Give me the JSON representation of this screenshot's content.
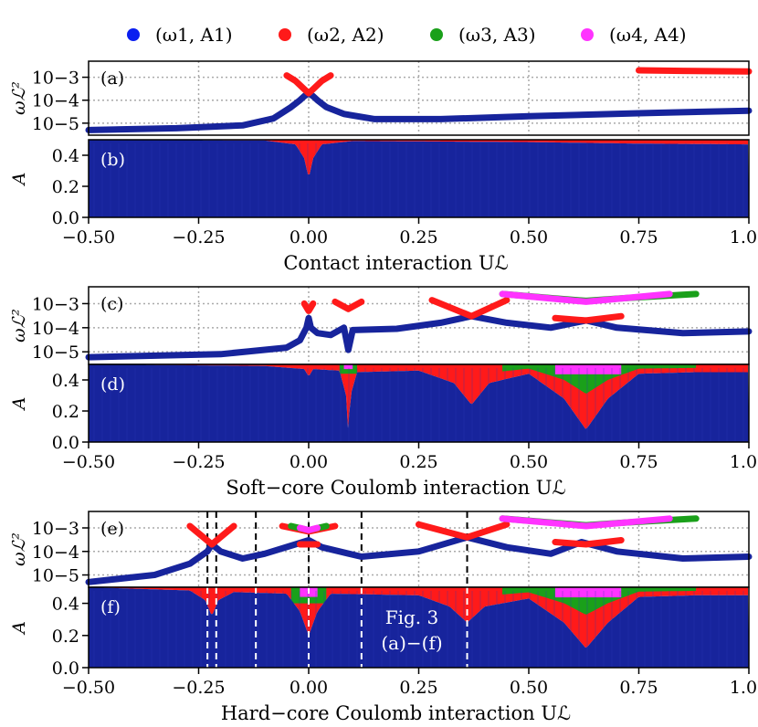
{
  "legend": [
    {
      "label": "(ω1, A1)",
      "color": "#0a1ef0"
    },
    {
      "label": "(ω2, A2)",
      "color": "#ff1a1a"
    },
    {
      "label": "(ω3, A3)",
      "color": "#1aa01a"
    },
    {
      "label": "(ω4, A4)",
      "color": "#ff33ff"
    }
  ],
  "colors": {
    "band1": "#17249c",
    "band2": "#ff1a1a",
    "band3": "#1aa01a",
    "band4": "#ff33ff",
    "freq1": "#17249c",
    "freq2": "#ff1a1a"
  },
  "annotation": {
    "line1": "Fig. 3",
    "line2": "(a)−(f)"
  },
  "ylabel_omega": "ωℒ²",
  "ylabel_A": "A",
  "chart_data": [
    {
      "type": "line",
      "panel": "(a)",
      "ylabel": "ωℒ²",
      "yscale": "log",
      "ylim": [
        3e-06,
        0.005
      ],
      "yticks": [
        "10−3",
        "10−4",
        "10−5"
      ],
      "xlim": [
        -0.5,
        1.0
      ],
      "grid": true,
      "series": [
        {
          "name": "ω1",
          "x": [
            -0.5,
            -0.3,
            -0.15,
            -0.08,
            -0.04,
            -0.02,
            -0.01,
            0.0,
            0.01,
            0.02,
            0.04,
            0.08,
            0.15,
            0.3,
            0.5,
            0.75,
            1.0
          ],
          "y": [
            5e-06,
            6e-06,
            8e-06,
            1.6e-05,
            5e-05,
            0.0001,
            0.00015,
            0.0002,
            0.00015,
            0.0001,
            5e-05,
            2.5e-05,
            1.5e-05,
            1.5e-05,
            2e-05,
            2.7e-05,
            3.5e-05
          ]
        },
        {
          "name": "ω2",
          "x": [
            -0.05,
            -0.03,
            -0.01,
            0.0,
            0.01,
            0.03,
            0.05
          ],
          "y": [
            0.0012,
            0.0007,
            0.0003,
            0.0002,
            0.0003,
            0.0007,
            0.0012
          ]
        },
        {
          "name": "ω2",
          "x": [
            0.75,
            0.85,
            1.0
          ],
          "y": [
            0.002,
            0.0019,
            0.0018
          ]
        }
      ]
    },
    {
      "type": "area",
      "panel": "(b)",
      "ylabel": "A",
      "ylim": [
        0,
        0.5
      ],
      "yticks": [
        "0.0",
        "0.2",
        "0.4"
      ],
      "xlim": [
        -0.5,
        1.0
      ],
      "xticks": [
        "−0.50",
        "−0.25",
        "0.00",
        "0.25",
        "0.50",
        "0.75",
        "1.00"
      ],
      "xlabel": "Contact interaction Uℒ",
      "series": [
        {
          "name": "A1",
          "x": [
            -0.5,
            -0.1,
            -0.03,
            -0.01,
            0.0,
            0.01,
            0.03,
            0.1,
            0.5,
            0.75,
            1.0
          ],
          "y": [
            0.5,
            0.495,
            0.47,
            0.38,
            0.25,
            0.38,
            0.47,
            0.492,
            0.485,
            0.475,
            0.47
          ]
        }
      ]
    },
    {
      "type": "line",
      "panel": "(c)",
      "ylabel": "ωℒ²",
      "yscale": "log",
      "ylim": [
        3e-06,
        0.005
      ],
      "yticks": [
        "10−3",
        "10−4",
        "10−5"
      ],
      "xlim": [
        -0.5,
        1.0
      ],
      "grid": true,
      "series": [
        {
          "name": "ω1",
          "x": [
            -0.5,
            -0.2,
            -0.05,
            -0.02,
            -0.005,
            0.0,
            0.005,
            0.02,
            0.05,
            0.08,
            0.09,
            0.1,
            0.2,
            0.3,
            0.37,
            0.45,
            0.55,
            0.63,
            0.7,
            0.85,
            1.0
          ],
          "y": [
            6e-06,
            8e-06,
            1.5e-05,
            3e-05,
            0.0001,
            0.00025,
            0.0001,
            6e-05,
            5e-05,
            0.0001,
            1.2e-05,
            8e-05,
            9e-05,
            0.00016,
            0.0003,
            0.00016,
            0.0001,
            0.0002,
            0.0001,
            6e-05,
            7e-05
          ]
        },
        {
          "name": "ω2",
          "x": [
            -0.01,
            0.0,
            0.01
          ],
          "y": [
            0.001,
            0.0005,
            0.001
          ]
        },
        {
          "name": "ω2",
          "x": [
            0.06,
            0.09,
            0.12
          ],
          "y": [
            0.0012,
            0.0006,
            0.0012
          ]
        },
        {
          "name": "ω2",
          "x": [
            0.28,
            0.37,
            0.45
          ],
          "y": [
            0.0014,
            0.0003,
            0.0014
          ]
        },
        {
          "name": "ω2",
          "x": [
            0.56,
            0.63,
            0.71
          ],
          "y": [
            0.00025,
            0.0002,
            0.0003
          ]
        },
        {
          "name": "ω3",
          "x": [
            0.44,
            0.55,
            0.63,
            0.72,
            0.88
          ],
          "y": [
            0.0025,
            0.0017,
            0.0013,
            0.0017,
            0.0025
          ]
        },
        {
          "name": "ω4",
          "x": [
            0.44,
            0.63,
            0.82
          ],
          "y": [
            0.0025,
            0.0012,
            0.0025
          ]
        }
      ]
    },
    {
      "type": "area",
      "panel": "(d)",
      "ylabel": "A",
      "ylim": [
        0,
        0.5
      ],
      "yticks": [
        "0.0",
        "0.2",
        "0.4"
      ],
      "xlim": [
        -0.5,
        1.0
      ],
      "xticks": [
        "−0.50",
        "−0.25",
        "0.00",
        "0.25",
        "0.50",
        "0.75",
        "1.00"
      ],
      "xlabel": "Soft−core Coulomb interaction Uℒ",
      "series": [
        {
          "name": "A1",
          "x": [
            -0.5,
            -0.1,
            -0.01,
            0.0,
            0.01,
            0.07,
            0.085,
            0.09,
            0.095,
            0.11,
            0.25,
            0.33,
            0.37,
            0.41,
            0.5,
            0.58,
            0.63,
            0.68,
            0.75,
            0.88,
            1.0
          ],
          "y": [
            0.5,
            0.49,
            0.47,
            0.42,
            0.47,
            0.46,
            0.3,
            0.05,
            0.3,
            0.45,
            0.46,
            0.38,
            0.24,
            0.38,
            0.44,
            0.28,
            0.08,
            0.28,
            0.44,
            0.45,
            0.45
          ]
        }
      ]
    },
    {
      "type": "line",
      "panel": "(e)",
      "ylabel": "ωℒ²",
      "yscale": "log",
      "ylim": [
        3e-06,
        0.005
      ],
      "yticks": [
        "10−3",
        "10−4",
        "10−5"
      ],
      "xlim": [
        -0.5,
        1.0
      ],
      "grid": true,
      "dashed_vlines": [
        -0.23,
        -0.21,
        -0.12,
        0.0,
        0.12,
        0.36
      ],
      "series": [
        {
          "name": "ω1",
          "x": [
            -0.5,
            -0.35,
            -0.27,
            -0.23,
            -0.22,
            -0.2,
            -0.15,
            -0.1,
            -0.03,
            0.0,
            0.03,
            0.12,
            0.25,
            0.36,
            0.45,
            0.55,
            0.62,
            0.7,
            0.85,
            1.0
          ],
          "y": [
            5e-06,
            1e-05,
            3e-05,
            0.0001,
            0.0002,
            0.0001,
            5e-05,
            8e-05,
            0.0002,
            0.0003,
            0.00015,
            6e-05,
            0.0001,
            0.0004,
            0.00015,
            8e-05,
            0.00025,
            0.0001,
            5e-05,
            6e-05
          ]
        },
        {
          "name": "ω2",
          "x": [
            -0.27,
            -0.22,
            -0.17
          ],
          "y": [
            0.0012,
            0.0002,
            0.0012
          ]
        },
        {
          "name": "ω2",
          "x": [
            -0.06,
            0.0,
            0.06
          ],
          "y": [
            0.0012,
            0.0007,
            0.0012
          ]
        },
        {
          "name": "ω2",
          "x": [
            -0.02,
            0.02
          ],
          "y": [
            0.0002,
            0.0002
          ]
        },
        {
          "name": "ω2",
          "x": [
            0.25,
            0.36,
            0.45
          ],
          "y": [
            0.0014,
            0.0004,
            0.0014
          ]
        },
        {
          "name": "ω2",
          "x": [
            0.56,
            0.63,
            0.71
          ],
          "y": [
            0.00025,
            0.0002,
            0.0003
          ]
        },
        {
          "name": "ω3",
          "x": [
            -0.04,
            0.0,
            0.04
          ],
          "y": [
            0.0012,
            0.0008,
            0.0012
          ]
        },
        {
          "name": "ω3",
          "x": [
            0.44,
            0.55,
            0.63,
            0.72,
            0.88
          ],
          "y": [
            0.0025,
            0.0017,
            0.0013,
            0.0017,
            0.0025
          ]
        },
        {
          "name": "ω4",
          "x": [
            -0.02,
            0.0,
            0.02
          ],
          "y": [
            0.001,
            0.0008,
            0.001
          ]
        },
        {
          "name": "ω4",
          "x": [
            0.44,
            0.63,
            0.82
          ],
          "y": [
            0.0025,
            0.0012,
            0.0025
          ]
        }
      ]
    },
    {
      "type": "area",
      "panel": "(f)",
      "ylabel": "A",
      "ylim": [
        0,
        0.5
      ],
      "yticks": [
        "0.0",
        "0.2",
        "0.4"
      ],
      "xlim": [
        -0.5,
        1.0
      ],
      "xticks": [
        "−0.50",
        "−0.25",
        "0.00",
        "0.25",
        "0.50",
        "0.75",
        "1.00"
      ],
      "xlabel": "Hard−core Coulomb interaction Uℒ",
      "series": [
        {
          "name": "A1",
          "x": [
            -0.5,
            -0.27,
            -0.235,
            -0.22,
            -0.205,
            -0.17,
            -0.05,
            -0.02,
            0.0,
            0.02,
            0.05,
            0.25,
            0.32,
            0.36,
            0.4,
            0.5,
            0.58,
            0.63,
            0.68,
            0.75,
            0.88,
            1.0
          ],
          "y": [
            0.5,
            0.48,
            0.42,
            0.32,
            0.42,
            0.47,
            0.46,
            0.35,
            0.2,
            0.35,
            0.46,
            0.45,
            0.38,
            0.28,
            0.38,
            0.43,
            0.28,
            0.12,
            0.28,
            0.44,
            0.45,
            0.45
          ]
        }
      ]
    }
  ]
}
